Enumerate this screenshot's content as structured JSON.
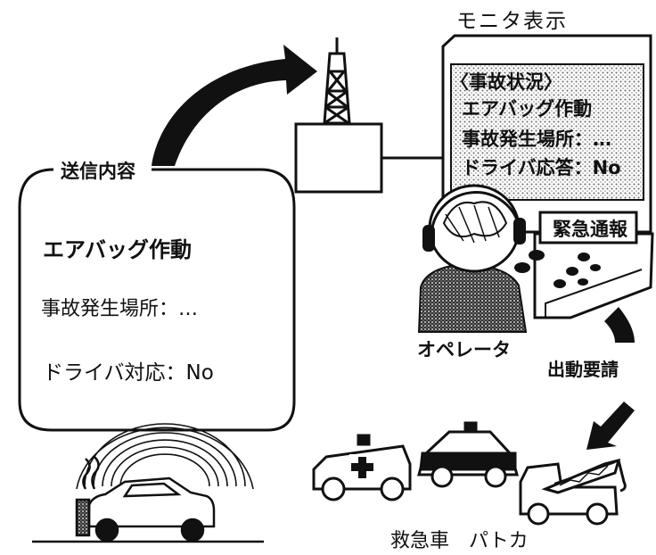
{
  "monitor": {
    "title": "モニタ表示",
    "lines": [
      "〈事故状況〉",
      "エアバッグ作動",
      "事故発生場所：…",
      "ドライバ応答：No"
    ],
    "emergency_button": "緊急通報"
  },
  "transmission": {
    "title": "送信内容",
    "lines": [
      "エアバッグ作動",
      "事故発生場所：…",
      "ドライバ対応：No"
    ]
  },
  "operator_label": "オペレータ",
  "dispatch_label": "出動要請",
  "vehicles_caption": "救急車　パトカ"
}
